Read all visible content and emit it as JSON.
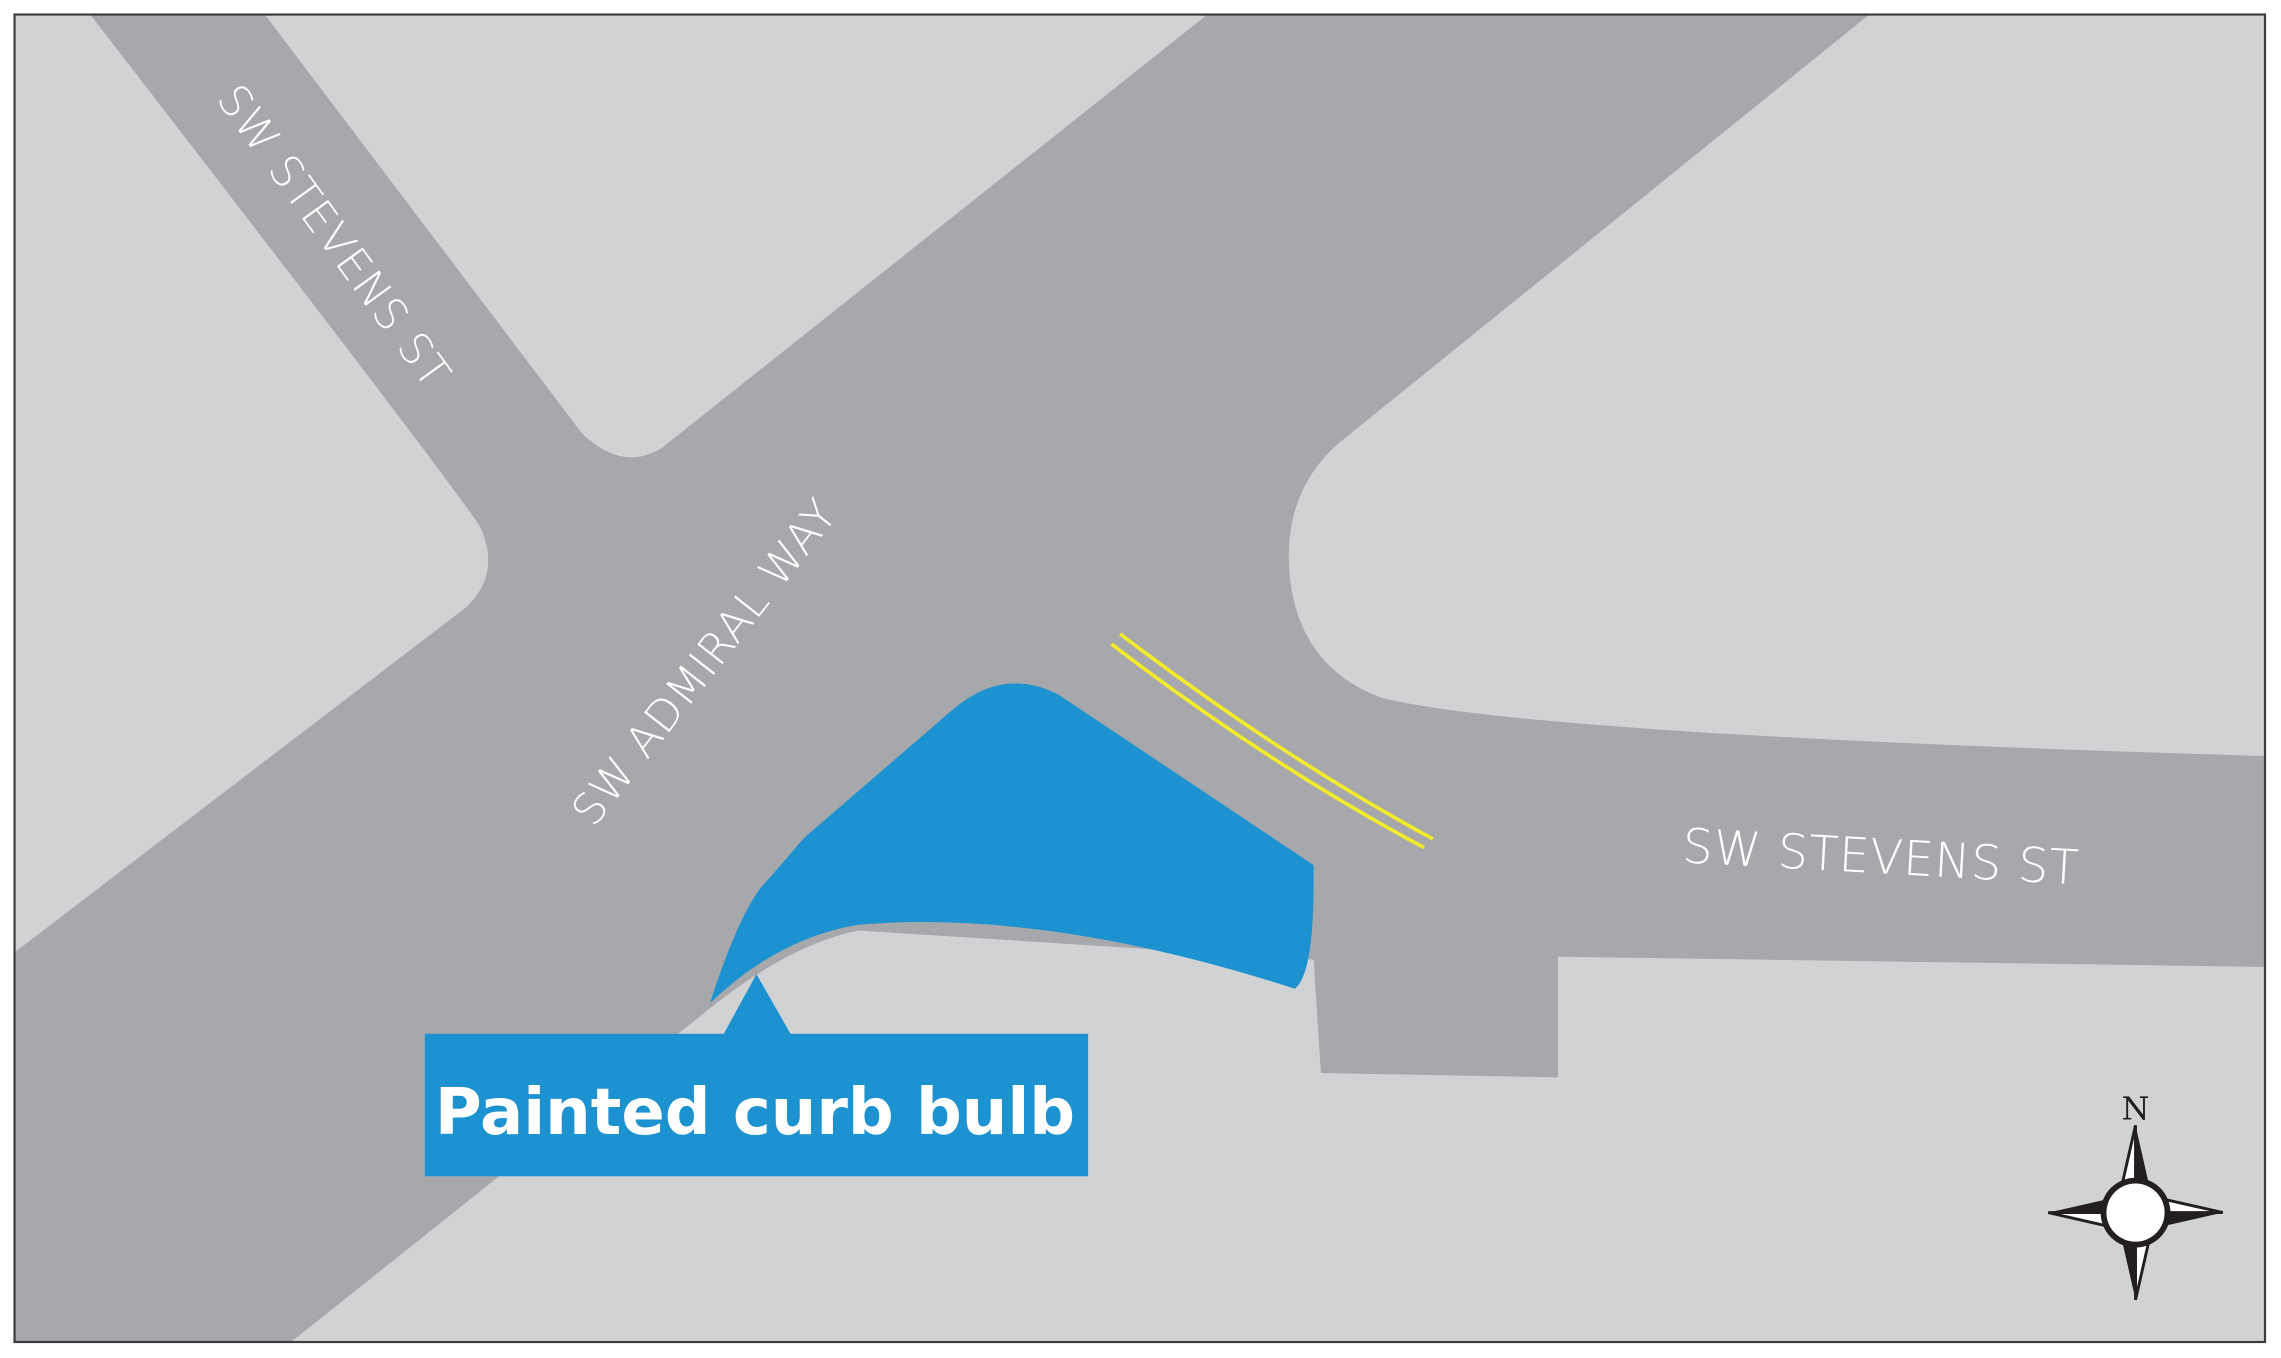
{
  "map": {
    "colors": {
      "block": "#d1d2d4",
      "road": "#a7a8ab",
      "border": "#3b3b3d",
      "curb_bulb": "#1c92d0",
      "centerline": "#f4ec2a",
      "label_text": "#ffffff"
    },
    "streets": [
      {
        "label": "SW STEVENS ST",
        "position": "northwest diagonal"
      },
      {
        "label": "SW ADMIRAL WAY",
        "position": "southwest to northeast diagonal"
      },
      {
        "label": "SW STEVENS ST",
        "position": "east"
      }
    ],
    "callout": {
      "label": "Painted curb bulb"
    },
    "compass": {
      "north_label": "N"
    }
  }
}
